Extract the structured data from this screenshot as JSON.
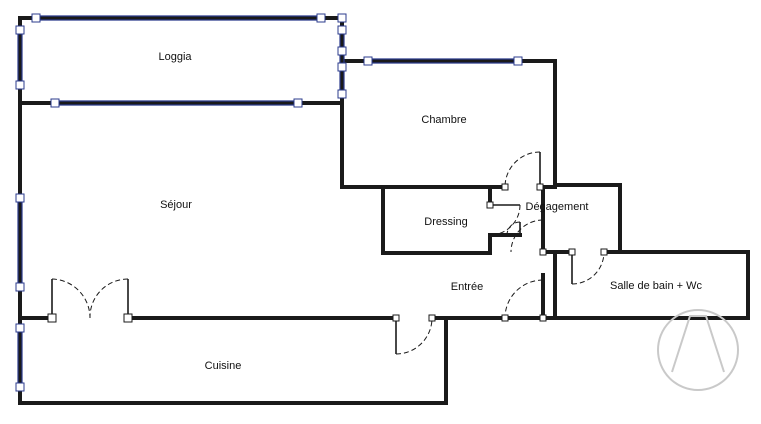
{
  "floor_plan": {
    "rooms": {
      "loggia": "Loggia",
      "chambre": "Chambre",
      "sejour": "Séjour",
      "dressing": "Dressing",
      "degagement": "Dégagement",
      "entree": "Entrée",
      "salle_de_bain": "Salle de bain + Wc",
      "cuisine": "Cuisine"
    }
  },
  "colors": {
    "wall": "#1a1a1a",
    "window": "#2b3b8c",
    "background": "#ffffff",
    "watermark": "#c9c9c9"
  },
  "icons": {
    "watermark": "logo-watermark-icon"
  }
}
